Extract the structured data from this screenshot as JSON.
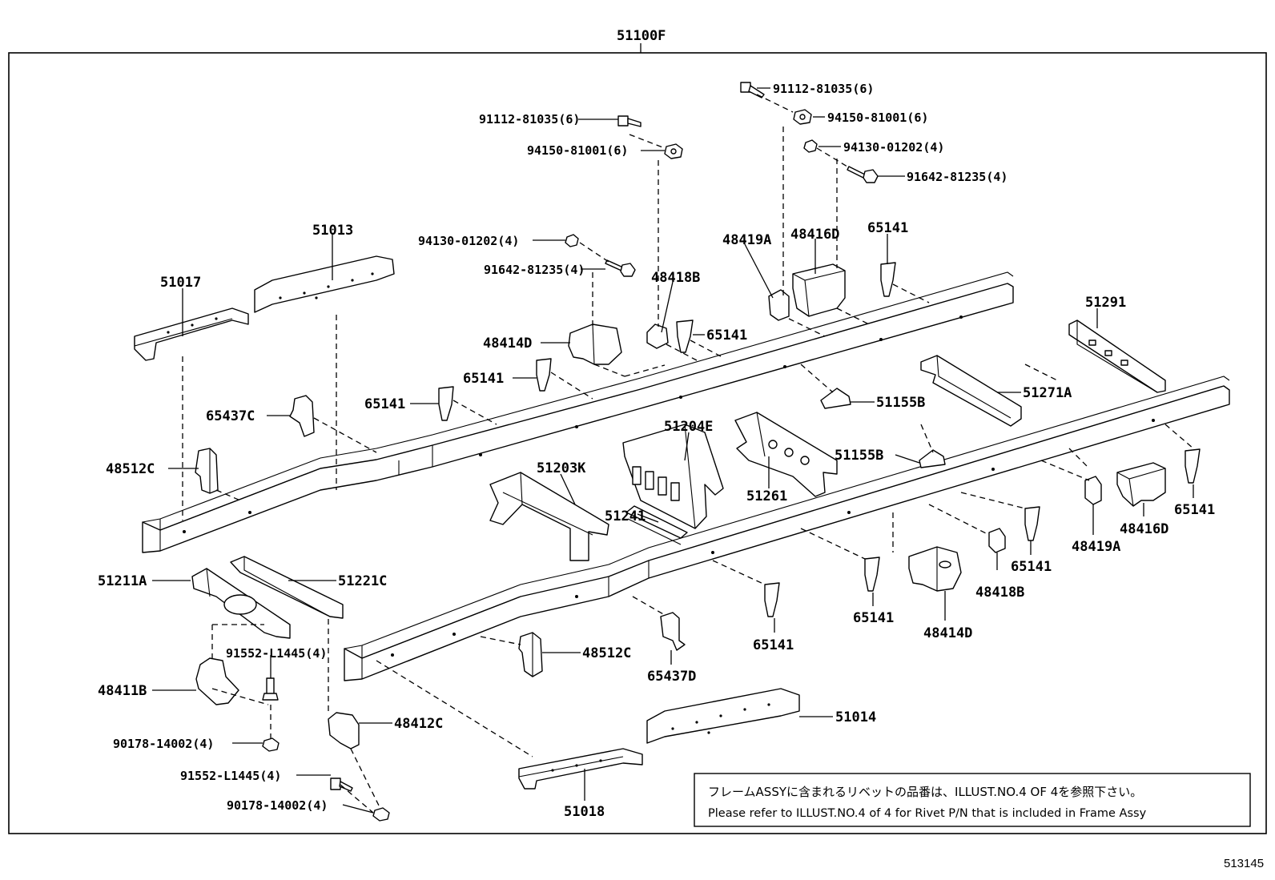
{
  "title": "51100F",
  "diagram_ref": "513145",
  "note": {
    "line1": "フレームASSYに含まれるリベットの品番は、ILLUST.NO.4 OF 4を参照下さい。",
    "line2": "Please refer to ILLUST.NO.4 of 4 for Rivet P/N that is included in Frame Assy"
  },
  "labels": {
    "p91112_a": "91112-81035(6)",
    "p94150_a": "94150-81001(6)",
    "p91112_b": "91112-81035(6)",
    "p94150_b": "94150-81001(6)",
    "p94130_a": "94130-01202(4)",
    "p91642_a": "91642-81235(4)",
    "p94130_b": "94130-01202(4)",
    "p91642_b": "91642-81235(4)",
    "p51013": "51013",
    "p51017": "51017",
    "p48419A_a": "48419A",
    "p48416D_a": "48416D",
    "p65141_a": "65141",
    "p48418B_a": "48418B",
    "p48414D_a": "48414D",
    "p65141_b": "65141",
    "p65141_c": "65141",
    "p65141_d": "65141",
    "p51291": "51291",
    "p51271A": "51271A",
    "p51155B_a": "51155B",
    "p51155B_b": "51155B",
    "p65437C": "65437C",
    "p48512C_a": "48512C",
    "p51204E": "51204E",
    "p51203K": "51203K",
    "p51261": "51261",
    "p51241": "51241",
    "p65141_e": "65141",
    "p48416D_b": "48416D",
    "p48419A_b": "48419A",
    "p65141_f": "65141",
    "p48418B_b": "48418B",
    "p51211A": "51211A",
    "p51221C": "51221C",
    "p65141_g": "65141",
    "p48414D_b": "48414D",
    "p65141_h": "65141",
    "p91552_a": "91552-L1445(4)",
    "p48512C_b": "48512C",
    "p65437D": "65437D",
    "p48411B": "48411B",
    "p48412C": "48412C",
    "p51014": "51014",
    "p90178_a": "90178-14002(4)",
    "p91552_b": "91552-L1445(4)",
    "p90178_b": "90178-14002(4)",
    "p51018": "51018"
  }
}
